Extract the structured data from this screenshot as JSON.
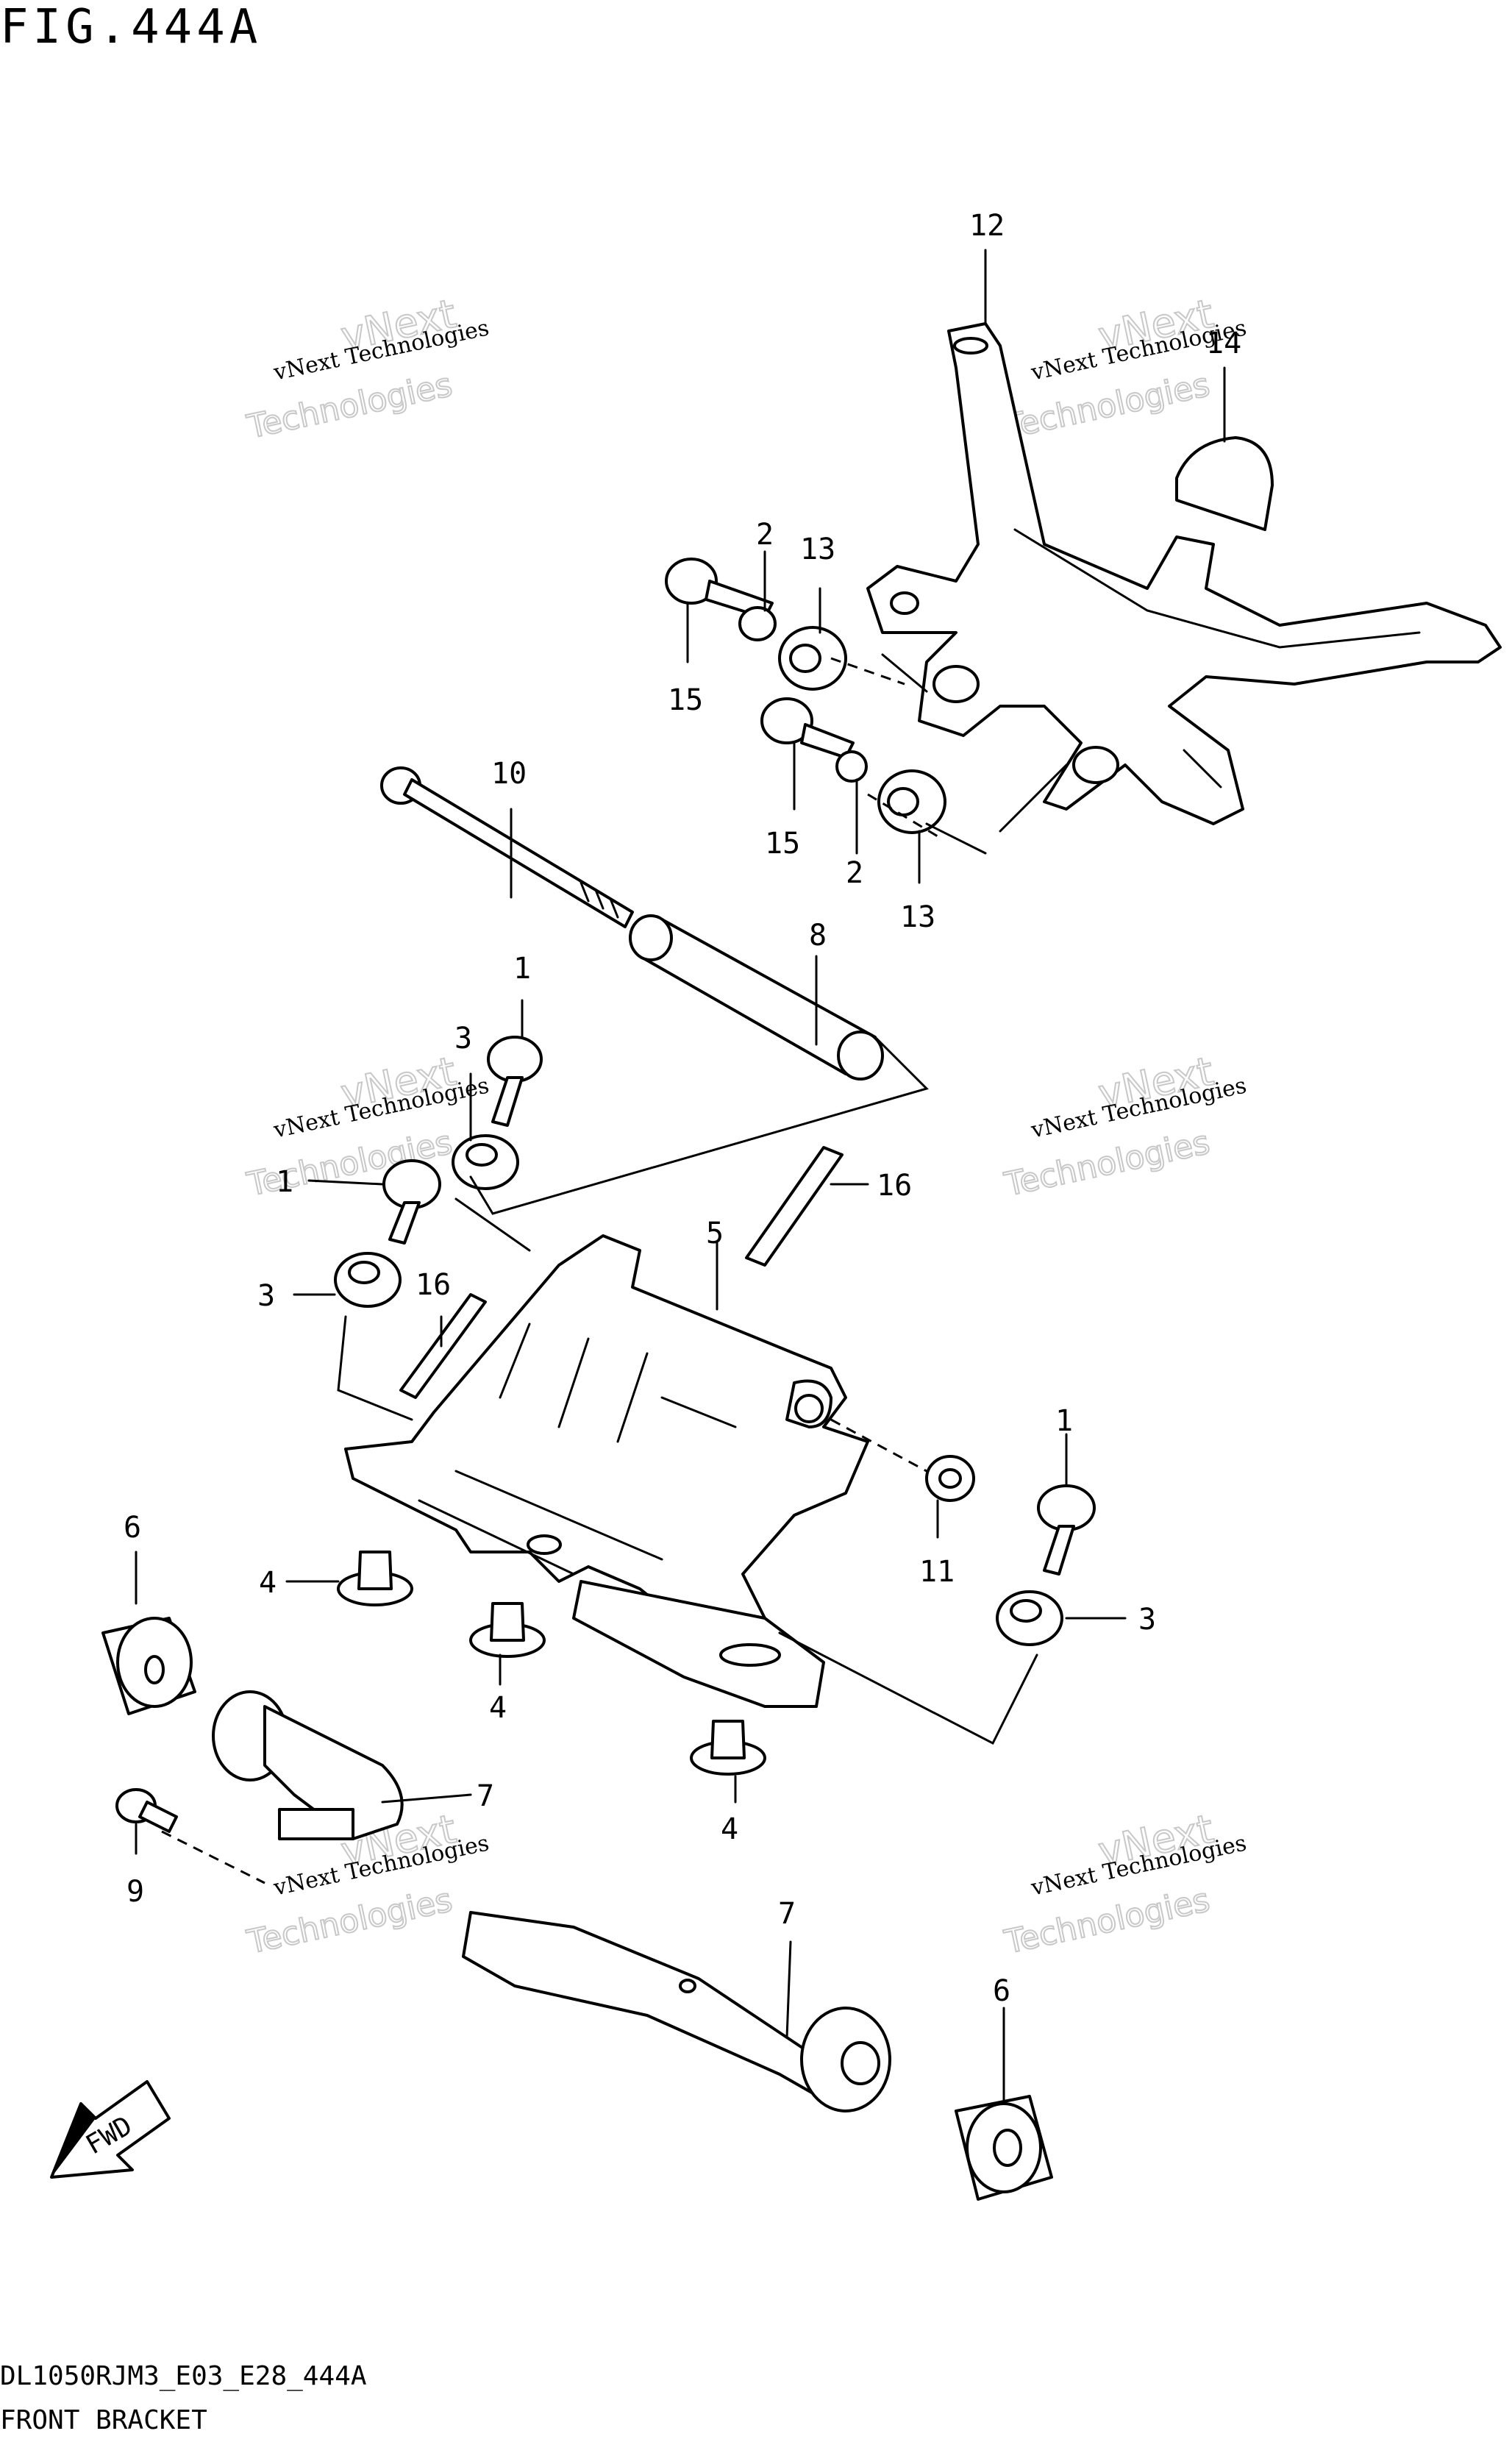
{
  "header": {
    "figure_title": "FIG.444A"
  },
  "footer": {
    "model_code": "DL1050RJM3_E03_E28_444A",
    "section_name": "FRONT BRACKET"
  },
  "watermark": {
    "line1": "vNext Technologies",
    "line2": "vNext",
    "line3": "Technologies"
  },
  "badge": {
    "fwd_label": "FWD"
  },
  "callouts": {
    "c1a": "1",
    "c1b": "1",
    "c1c": "1",
    "c2a": "2",
    "c2b": "2",
    "c3a": "3",
    "c3b": "3",
    "c3c": "3",
    "c4a": "4",
    "c4b": "4",
    "c4c": "4",
    "c5": "5",
    "c6a": "6",
    "c6b": "6",
    "c7a": "7",
    "c7b": "7",
    "c8": "8",
    "c9": "9",
    "c10": "10",
    "c11": "11",
    "c12": "12",
    "c13a": "13",
    "c13b": "13",
    "c14": "14",
    "c15a": "15",
    "c15b": "15",
    "c16a": "16",
    "c16b": "16"
  }
}
